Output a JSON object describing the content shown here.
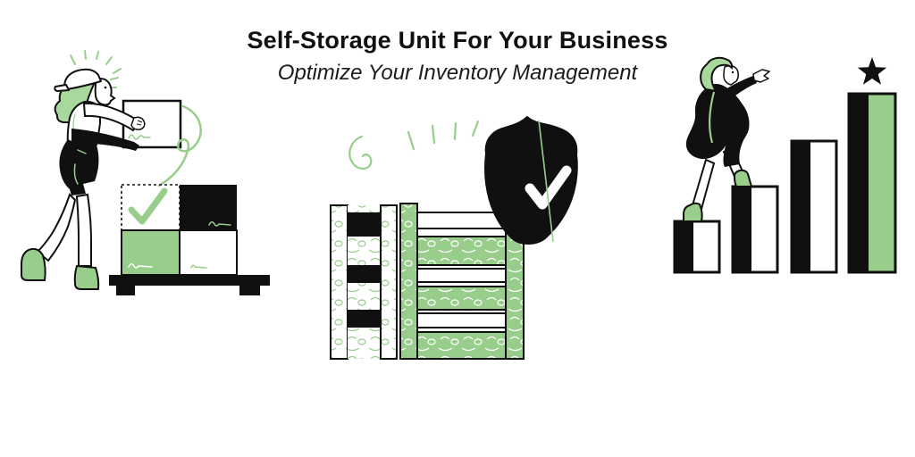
{
  "header": {
    "title": "Self-Storage Unit For Your Business",
    "subtitle": "Optimize Your Inventory Management"
  },
  "colors": {
    "ink": "#101010",
    "accent_green": "#98cd8c",
    "accent_green_light": "#a9d89d",
    "background": "#ffffff"
  },
  "illustrations": {
    "left": {
      "label": "worker-stacking-boxes-on-pallet",
      "held_box": "white box held by worker",
      "stack": {
        "top_left": "dotted empty slot with green checkmark",
        "top_right": "black box",
        "bottom_left": "green box",
        "bottom_right": "white box"
      },
      "base": "black pallet"
    },
    "center": {
      "label": "wooden-crate-with-security-shield",
      "crate": "slatted crate with green wood-grain planks",
      "badge": "black shield with white checkmark and green leaf line"
    },
    "right": {
      "label": "woman-climbing-bar-chart",
      "bars": 4,
      "bar_relative_heights": [
        1,
        1.7,
        2.6,
        3.5
      ],
      "tallest_bar_fill": "green",
      "topper": "black star"
    }
  }
}
